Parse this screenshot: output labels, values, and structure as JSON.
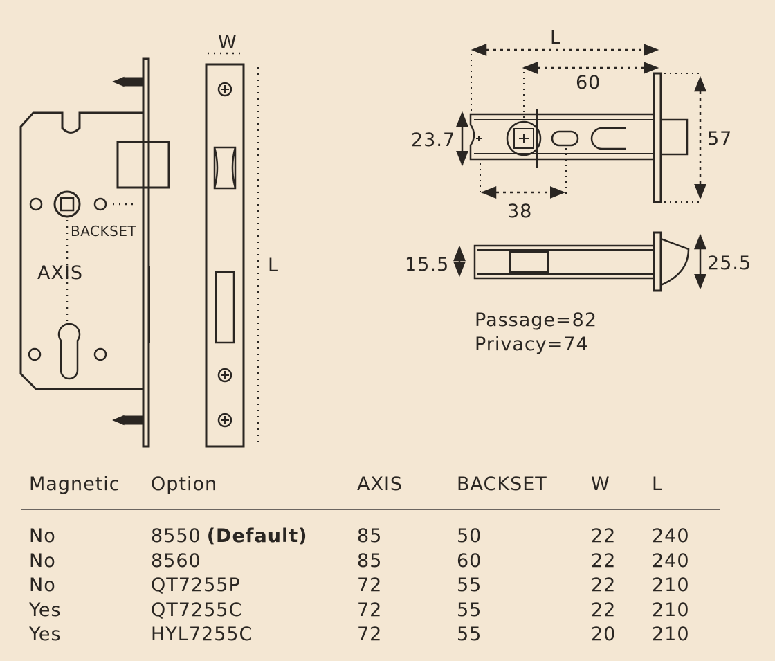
{
  "labels": {
    "w": "W",
    "l_left": "L",
    "backset": "BACKSET",
    "axis": "AXIS",
    "l_top": "L",
    "d60": "60",
    "d23_7": "23.7",
    "d57": "57",
    "d38": "38",
    "d15_5": "15.5",
    "d25_5": "25.5",
    "passage": "Passage=82",
    "privacy": "Privacy=74"
  },
  "table": {
    "headers": [
      "Magnetic",
      "Option",
      "AXIS",
      "BACKSET",
      "W",
      "L"
    ],
    "rows": [
      {
        "magnetic": "No",
        "option": "8550",
        "option_note": "(Default)",
        "axis": "85",
        "backset": "50",
        "w": "22",
        "l": "240"
      },
      {
        "magnetic": "No",
        "option": "8560",
        "option_note": "",
        "axis": "85",
        "backset": "60",
        "w": "22",
        "l": "240"
      },
      {
        "magnetic": "No",
        "option": "QT7255P",
        "option_note": "",
        "axis": "72",
        "backset": "55",
        "w": "22",
        "l": "210"
      },
      {
        "magnetic": "Yes",
        "option": "QT7255C",
        "option_note": "",
        "axis": "72",
        "backset": "55",
        "w": "22",
        "l": "210"
      },
      {
        "magnetic": "Yes",
        "option": "HYL7255C",
        "option_note": "",
        "axis": "72",
        "backset": "55",
        "w": "20",
        "l": "210"
      }
    ]
  },
  "colors": {
    "background": "#f4e7d3",
    "line": "#2a2622"
  }
}
